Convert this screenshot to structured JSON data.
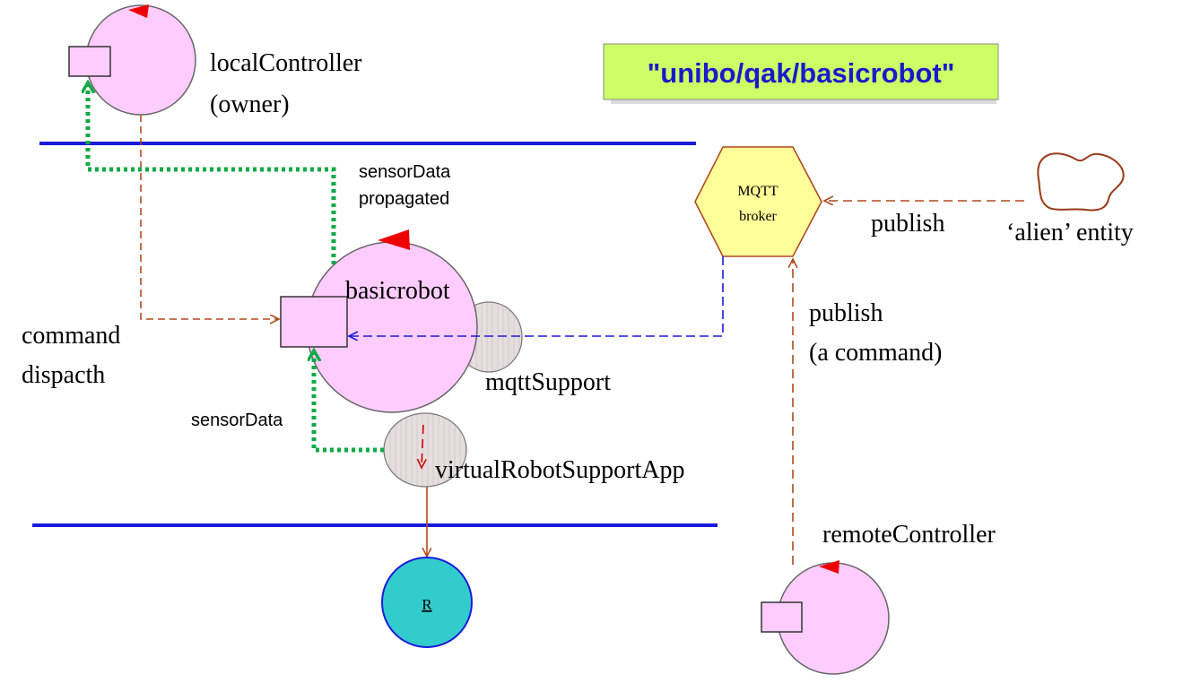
{
  "title": {
    "text": "\"unibo/qak/basicrobot\"",
    "box_color": "#CCFF66",
    "text_color": "#1A1ACC"
  },
  "actors": {
    "local_controller": {
      "name": "localController",
      "role": "(owner)"
    },
    "basicrobot": {
      "name": "basicrobot"
    },
    "mqtt_support": {
      "name": "mqttSupport"
    },
    "virtual_robot_support": {
      "name": "virtualRobotSupportApp"
    },
    "remote_controller": {
      "name": "remoteController"
    },
    "robot": {
      "name": "R"
    }
  },
  "broker": {
    "line1": "MQTT",
    "line2": "broker"
  },
  "alien": {
    "name": "‘alien’ entity"
  },
  "labels": {
    "sensor_data_propagated_1": "sensorData",
    "sensor_data_propagated_2": "propagated",
    "sensor_data": "sensorData",
    "command_dispatch_1": "command",
    "command_dispatch_2": "dispacth",
    "publish_alien": "publish",
    "publish_command_1": "publish",
    "publish_command_2": "(a command)"
  },
  "colors": {
    "actor_fill": "#FFCCFF",
    "support_fill": "#E6DEDE",
    "robot_fill": "#33CCCC",
    "broker_fill": "#FFFF99",
    "token_red": "#EE0000",
    "blue_line": "#1A1ADD",
    "dispatch_line": "#B04A1E",
    "sensor_line": "#11AA44"
  }
}
